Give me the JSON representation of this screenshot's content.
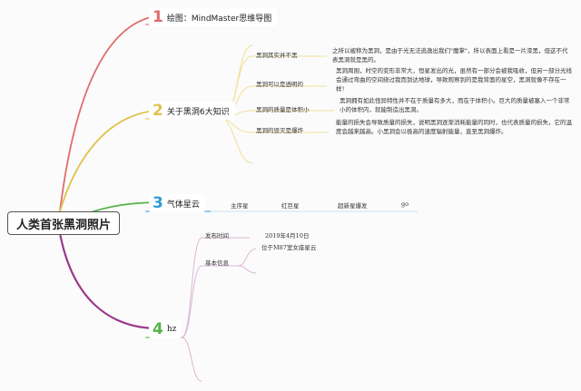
{
  "root": "人类首张黑洞照片",
  "branches": {
    "b1": {
      "num": "1",
      "label": "绘图：MindMaster思维导图",
      "color": "#e06c6c"
    },
    "b2": {
      "num": "2",
      "label": "关于黑洞6大知识",
      "color": "#e0c24a"
    },
    "b3": {
      "num": "3",
      "label": "气体星云",
      "color": "#2e9bd6"
    },
    "b4": {
      "num": "4",
      "label": "hz",
      "color": "#55b24a"
    }
  },
  "knowledge": [
    {
      "title": "黑洞其实并不黑",
      "text": "之所以被称为黑洞，是由于光无法逃逸出我们\"魔掌\"，所以表面上看是一片漆黑，但这不代表黑洞就是黑的。"
    },
    {
      "title": "黑洞可以是透明的",
      "text": "黑洞周围，时空的变形非常大，恒星发出的光，虽然有一部分会被我吸收，但另一部分光线会通过弯曲的空间绕过我而到达地球，导致观察到的是我背面的星空，黑洞就像不存在一样！"
    },
    {
      "title": "黑洞的质量是体积小",
      "text": "黑洞拥有如此怪异特性并不在于质量有多大，而在于体积小。巨大的质量被塞入一个非常小的体积内，就能制造出黑洞。"
    },
    {
      "title": "黑洞的毁灭是爆炸",
      "text": "能量的损失会导致质量的损失，说明黑洞逐渐消耗能量的同时，也代表质量的损失，它的温度会越来越高。小黑洞会以极高的速度辐射能量，直至黑洞爆炸。"
    }
  ],
  "nebula": [
    "主序星",
    "红巨星",
    "超新星爆发",
    "go"
  ],
  "hz": {
    "release_label": "发布时间",
    "release_value": "2019年4月10日",
    "basic_label": "基本信息",
    "basic_value": "位于M87室女座星云"
  }
}
